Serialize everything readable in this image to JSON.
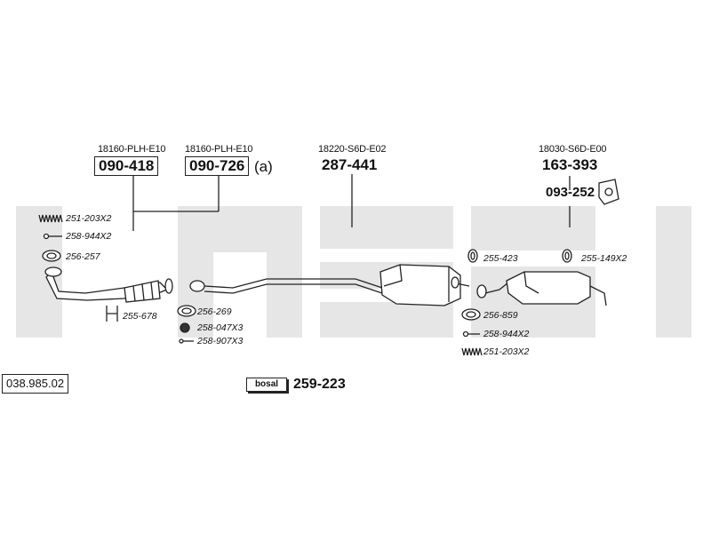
{
  "diagram_number": "038.985.02",
  "oem_codes": {
    "front_pipe_a": "18160-PLH-E10",
    "front_pipe_b": "18160-PLH-E10",
    "center_muffler": "18220-S6D-E02",
    "rear_muffler": "18030-S6D-E00"
  },
  "main_parts": {
    "front_pipe_a": "090-418",
    "front_pipe_b": "090-726",
    "front_pipe_b_suffix": "(a)",
    "center_muffler": "287-441",
    "rear_muffler": "163-393",
    "rubber_mount": "093-252"
  },
  "accessories": {
    "left_spring": "251-203X2",
    "left_bolt": "258-944X2",
    "left_gasket": "256-257",
    "left_hanger": "255-678",
    "mid_gasket": "256-269",
    "mid_nut": "258-047X3",
    "mid_bolt": "258-907X3",
    "right_ring": "255-423",
    "right_hanger": "255-149X2",
    "right_gasket": "256-859",
    "right_bolt": "258-944X2",
    "right_spring": "251-203X2"
  },
  "mounting_kit": {
    "logo": "bosal",
    "number": "259-223"
  },
  "colors": {
    "watermark": "#e6e6e6",
    "line": "#222222"
  }
}
